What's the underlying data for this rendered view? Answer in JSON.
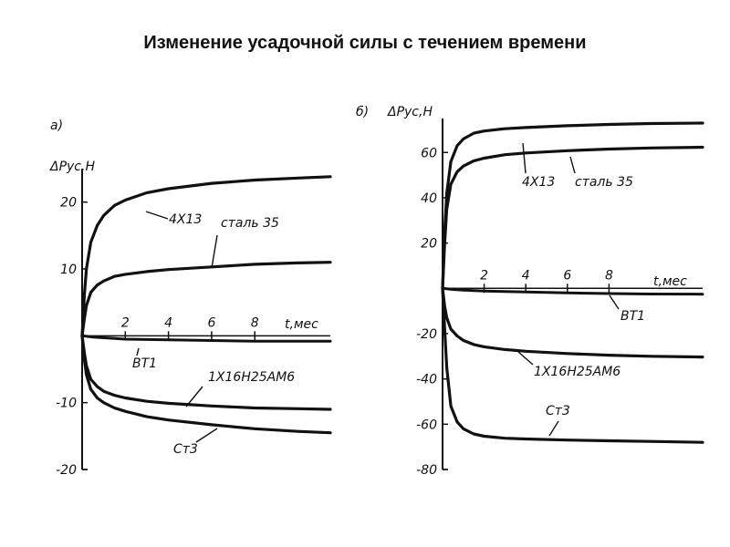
{
  "title": "Изменение усадочной силы с течением времени",
  "chart_data": [
    {
      "type": "line",
      "panel_label": "a)",
      "ylabel": "ΔPус,Н",
      "xlabel": "t,мес",
      "xlim": [
        0,
        11.5
      ],
      "ylim": [
        -20,
        25
      ],
      "x_ticks": [
        2,
        4,
        6,
        8
      ],
      "x_tick_labels": [
        "2",
        "4",
        "6",
        "8"
      ],
      "y_ticks": [
        20,
        10,
        -10,
        -20
      ],
      "y_tick_labels": [
        "20",
        "10",
        "-10",
        "-20"
      ],
      "grid": false,
      "series": [
        {
          "name": "4Х13",
          "x": [
            0,
            0.1,
            0.2,
            0.4,
            0.7,
            1,
            1.5,
            2,
            3,
            4,
            6,
            8,
            10,
            11.5
          ],
          "y": [
            0,
            6,
            10,
            14,
            16.5,
            18,
            19.5,
            20.3,
            21.4,
            22,
            22.8,
            23.3,
            23.6,
            23.8
          ]
        },
        {
          "name": "сталь 35",
          "x": [
            0,
            0.1,
            0.2,
            0.4,
            0.7,
            1,
            1.5,
            2,
            3,
            4,
            6,
            8,
            10,
            11.5
          ],
          "y": [
            0,
            2.5,
            4.5,
            6.5,
            7.6,
            8.2,
            8.9,
            9.2,
            9.6,
            9.9,
            10.3,
            10.7,
            10.9,
            11
          ]
        },
        {
          "name": "ВТ1",
          "x": [
            0,
            0.5,
            1,
            2,
            4,
            6,
            8,
            10,
            11.5
          ],
          "y": [
            0,
            -0.2,
            -0.3,
            -0.5,
            -0.6,
            -0.7,
            -0.8,
            -0.8,
            -0.8
          ]
        },
        {
          "name": "1Х16Н25АМ6",
          "x": [
            0,
            0.1,
            0.2,
            0.4,
            0.7,
            1,
            1.5,
            2,
            3,
            4,
            6,
            8,
            10,
            11.5
          ],
          "y": [
            0,
            -2.5,
            -4.5,
            -6.5,
            -7.6,
            -8.3,
            -8.9,
            -9.3,
            -9.8,
            -10.1,
            -10.5,
            -10.8,
            -10.9,
            -11
          ]
        },
        {
          "name": "Ст3",
          "x": [
            0,
            0.1,
            0.2,
            0.4,
            0.7,
            1,
            1.5,
            2,
            3,
            4,
            6,
            8,
            10,
            11.5
          ],
          "y": [
            0,
            -3.5,
            -5.8,
            -8,
            -9.3,
            -10,
            -10.8,
            -11.3,
            -12.1,
            -12.6,
            -13.3,
            -13.9,
            -14.3,
            -14.5
          ]
        }
      ]
    },
    {
      "type": "line",
      "panel_label": "б)",
      "ylabel": "ΔPус,Н",
      "xlabel": "t,мес",
      "xlim": [
        0,
        12.5
      ],
      "ylim": [
        -80,
        75
      ],
      "x_ticks": [
        2,
        4,
        6,
        8
      ],
      "x_tick_labels": [
        "2",
        "4",
        "6",
        "8"
      ],
      "y_ticks": [
        60,
        40,
        20,
        -20,
        -40,
        -60,
        -80
      ],
      "y_tick_labels": [
        "60",
        "40",
        "20",
        "-20",
        "-40",
        "-60",
        "-80"
      ],
      "grid": false,
      "series": [
        {
          "name": "4Х13",
          "x": [
            0,
            0.1,
            0.2,
            0.4,
            0.7,
            1,
            1.5,
            2,
            3,
            4,
            6,
            8,
            10,
            12.5
          ],
          "y": [
            0,
            25,
            42,
            56,
            63,
            66,
            68.5,
            69.5,
            70.5,
            71,
            71.8,
            72.4,
            72.8,
            73
          ]
        },
        {
          "name": "сталь 35",
          "x": [
            0,
            0.1,
            0.2,
            0.4,
            0.7,
            1,
            1.5,
            2,
            3,
            4,
            6,
            8,
            10,
            12.5
          ],
          "y": [
            0,
            20,
            35,
            46,
            51.5,
            54,
            56.3,
            57.5,
            59,
            59.8,
            60.8,
            61.5,
            62,
            62.3
          ]
        },
        {
          "name": "ВТ1",
          "x": [
            0,
            0.5,
            1,
            2,
            4,
            6,
            8,
            10,
            12.5
          ],
          "y": [
            0,
            -0.5,
            -0.8,
            -1.2,
            -1.6,
            -2,
            -2.3,
            -2.5,
            -2.6
          ]
        },
        {
          "name": "1Х16Н25АМ6",
          "x": [
            0,
            0.1,
            0.2,
            0.4,
            0.7,
            1,
            1.5,
            2,
            3,
            4,
            6,
            8,
            10,
            12.5
          ],
          "y": [
            0,
            -8,
            -13,
            -18,
            -21,
            -23,
            -24.8,
            -25.8,
            -27,
            -27.8,
            -28.8,
            -29.5,
            -30,
            -30.3
          ]
        },
        {
          "name": "Ст3",
          "x": [
            0,
            0.1,
            0.2,
            0.4,
            0.7,
            1,
            1.5,
            2,
            3,
            4,
            6,
            8,
            10,
            12.5
          ],
          "y": [
            0,
            -18,
            -35,
            -52,
            -59,
            -62,
            -64.3,
            -65.3,
            -66.2,
            -66.5,
            -67,
            -67.3,
            -67.6,
            -68
          ]
        }
      ]
    }
  ]
}
